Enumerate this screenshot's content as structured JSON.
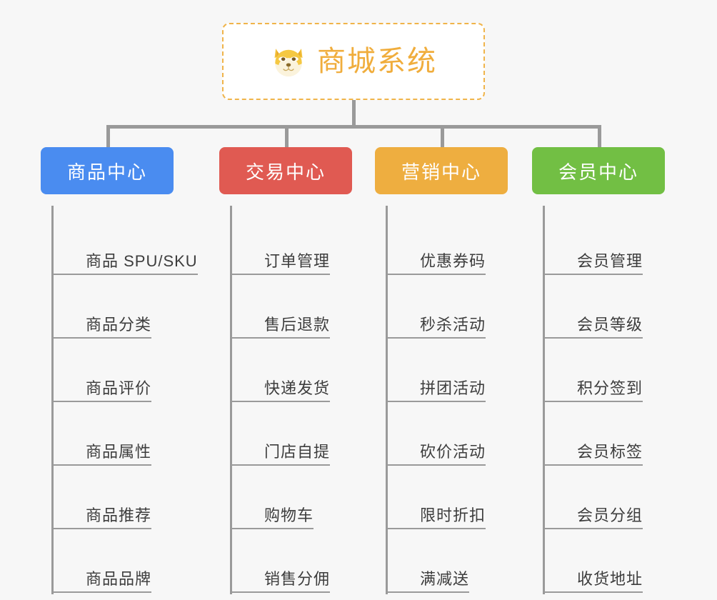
{
  "page": {
    "background_color": "#f7f7f7",
    "diagram_type": "organization-tree"
  },
  "root": {
    "title": "商城系统",
    "icon": "shiba-dog-icon",
    "text_color": "#f0ad3c",
    "border_color": "#f0b44a",
    "background_color": "#ffffff"
  },
  "connector_color": "#9a9a9a",
  "columns": [
    {
      "id": "product-center",
      "header": "商品中心",
      "color": "#4a8cf0",
      "items": [
        "商品 SPU/SKU",
        "商品分类",
        "商品评价",
        "商品属性",
        "商品推荐",
        "商品品牌"
      ]
    },
    {
      "id": "trade-center",
      "header": "交易中心",
      "color": "#e05a52",
      "items": [
        "订单管理",
        "售后退款",
        "快递发货",
        "门店自提",
        "购物车",
        "销售分佣"
      ]
    },
    {
      "id": "marketing-center",
      "header": "营销中心",
      "color": "#eeae40",
      "items": [
        "优惠券码",
        "秒杀活动",
        "拼团活动",
        "砍价活动",
        "限时折扣",
        "满减送"
      ]
    },
    {
      "id": "member-center",
      "header": "会员中心",
      "color": "#72bf44",
      "items": [
        "会员管理",
        "会员等级",
        "积分签到",
        "会员标签",
        "会员分组",
        "收货地址"
      ]
    }
  ]
}
